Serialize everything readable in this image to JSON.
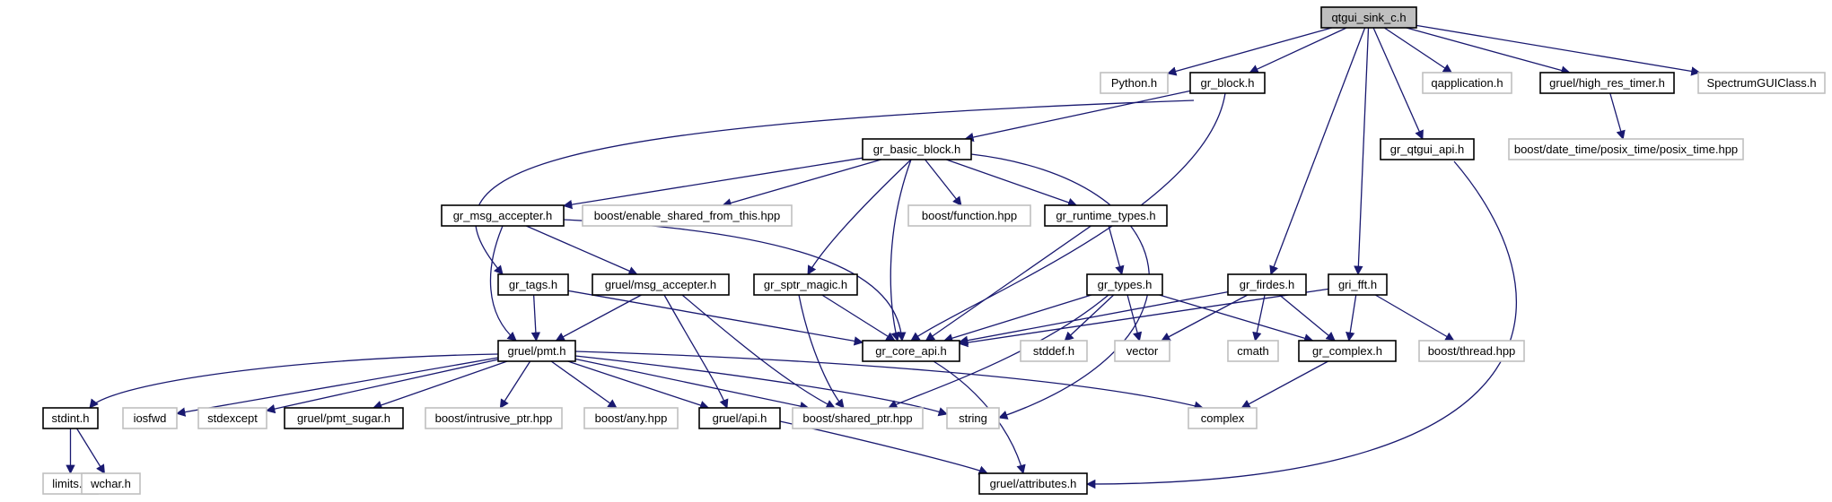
{
  "colors": {
    "edge": "#191970",
    "node_border": "#000000",
    "external_border": "#bfbfbf",
    "root_fill": "#bfbfbf",
    "node_fill": "#ffffff"
  },
  "nodes": [
    {
      "id": "qtgui_sink_c",
      "label": "qtgui_sink_c.h",
      "kind": "root"
    },
    {
      "id": "python",
      "label": "Python.h",
      "kind": "external"
    },
    {
      "id": "gr_block",
      "label": "gr_block.h",
      "kind": "internal"
    },
    {
      "id": "qapplication",
      "label": "qapplication.h",
      "kind": "external"
    },
    {
      "id": "high_res_timer",
      "label": "gruel/high_res_timer.h",
      "kind": "internal"
    },
    {
      "id": "spectrumgui",
      "label": "SpectrumGUIClass.h",
      "kind": "external"
    },
    {
      "id": "posix_time",
      "label": "boost/date_time/posix_time/posix_time.hpp",
      "kind": "external"
    },
    {
      "id": "gr_qtgui_api",
      "label": "gr_qtgui_api.h",
      "kind": "internal"
    },
    {
      "id": "gr_basic_block",
      "label": "gr_basic_block.h",
      "kind": "internal"
    },
    {
      "id": "gr_msg_accepter",
      "label": "gr_msg_accepter.h",
      "kind": "internal"
    },
    {
      "id": "enable_shared",
      "label": "boost/enable_shared_from_this.hpp",
      "kind": "external"
    },
    {
      "id": "function_hpp",
      "label": "boost/function.hpp",
      "kind": "external"
    },
    {
      "id": "gr_runtime_types",
      "label": "gr_runtime_types.h",
      "kind": "internal"
    },
    {
      "id": "gr_tags",
      "label": "gr_tags.h",
      "kind": "internal"
    },
    {
      "id": "gruel_msg_accepter",
      "label": "gruel/msg_accepter.h",
      "kind": "internal"
    },
    {
      "id": "gr_sptr_magic",
      "label": "gr_sptr_magic.h",
      "kind": "internal"
    },
    {
      "id": "gr_types",
      "label": "gr_types.h",
      "kind": "internal"
    },
    {
      "id": "gr_firdes",
      "label": "gr_firdes.h",
      "kind": "internal"
    },
    {
      "id": "gri_fft",
      "label": "gri_fft.h",
      "kind": "internal"
    },
    {
      "id": "gruel_pmt",
      "label": "gruel/pmt.h",
      "kind": "internal"
    },
    {
      "id": "gr_core_api",
      "label": "gr_core_api.h",
      "kind": "internal"
    },
    {
      "id": "stddef",
      "label": "stddef.h",
      "kind": "external"
    },
    {
      "id": "vector",
      "label": "vector",
      "kind": "external"
    },
    {
      "id": "cmath",
      "label": "cmath",
      "kind": "external"
    },
    {
      "id": "gr_complex",
      "label": "gr_complex.h",
      "kind": "internal"
    },
    {
      "id": "thread_hpp",
      "label": "boost/thread.hpp",
      "kind": "external"
    },
    {
      "id": "stdint",
      "label": "stdint.h",
      "kind": "internal"
    },
    {
      "id": "iosfwd",
      "label": "iosfwd",
      "kind": "external"
    },
    {
      "id": "stdexcept",
      "label": "stdexcept",
      "kind": "external"
    },
    {
      "id": "pmt_sugar",
      "label": "gruel/pmt_sugar.h",
      "kind": "internal"
    },
    {
      "id": "intrusive_ptr",
      "label": "boost/intrusive_ptr.hpp",
      "kind": "external"
    },
    {
      "id": "any_hpp",
      "label": "boost/any.hpp",
      "kind": "external"
    },
    {
      "id": "gruel_api",
      "label": "gruel/api.h",
      "kind": "internal"
    },
    {
      "id": "shared_ptr",
      "label": "boost/shared_ptr.hpp",
      "kind": "external"
    },
    {
      "id": "string",
      "label": "string",
      "kind": "external"
    },
    {
      "id": "complex",
      "label": "complex",
      "kind": "external"
    },
    {
      "id": "limits",
      "label": "limits.h",
      "kind": "external"
    },
    {
      "id": "wchar",
      "label": "wchar.h",
      "kind": "external"
    },
    {
      "id": "gruel_attributes",
      "label": "gruel/attributes.h",
      "kind": "internal"
    }
  ],
  "edges": [
    [
      "qtgui_sink_c",
      "python"
    ],
    [
      "qtgui_sink_c",
      "gr_block"
    ],
    [
      "qtgui_sink_c",
      "qapplication"
    ],
    [
      "qtgui_sink_c",
      "high_res_timer"
    ],
    [
      "qtgui_sink_c",
      "spectrumgui"
    ],
    [
      "qtgui_sink_c",
      "gr_qtgui_api"
    ],
    [
      "qtgui_sink_c",
      "gr_firdes"
    ],
    [
      "qtgui_sink_c",
      "gri_fft"
    ],
    [
      "high_res_timer",
      "posix_time"
    ],
    [
      "gr_block",
      "gr_basic_block"
    ],
    [
      "gr_block",
      "gr_tags"
    ],
    [
      "gr_block",
      "gr_core_api"
    ],
    [
      "gr_qtgui_api",
      "gruel_attributes"
    ],
    [
      "gr_basic_block",
      "gr_msg_accepter"
    ],
    [
      "gr_basic_block",
      "enable_shared"
    ],
    [
      "gr_basic_block",
      "function_hpp"
    ],
    [
      "gr_basic_block",
      "gr_runtime_types"
    ],
    [
      "gr_basic_block",
      "gr_sptr_magic"
    ],
    [
      "gr_basic_block",
      "gr_core_api"
    ],
    [
      "gr_basic_block",
      "string"
    ],
    [
      "gr_msg_accepter",
      "gruel_msg_accepter"
    ],
    [
      "gr_msg_accepter",
      "gruel_pmt"
    ],
    [
      "gr_msg_accepter",
      "gr_core_api"
    ],
    [
      "gr_runtime_types",
      "gr_types"
    ],
    [
      "gr_runtime_types",
      "gr_core_api"
    ],
    [
      "gr_tags",
      "gruel_pmt"
    ],
    [
      "gr_tags",
      "gr_core_api"
    ],
    [
      "gruel_msg_accepter",
      "gruel_pmt"
    ],
    [
      "gruel_msg_accepter",
      "gruel_api"
    ],
    [
      "gruel_msg_accepter",
      "shared_ptr"
    ],
    [
      "gr_sptr_magic",
      "gr_core_api"
    ],
    [
      "gr_sptr_magic",
      "shared_ptr"
    ],
    [
      "gr_types",
      "gr_core_api"
    ],
    [
      "gr_types",
      "stddef"
    ],
    [
      "gr_types",
      "vector"
    ],
    [
      "gr_types",
      "gr_complex"
    ],
    [
      "gr_types",
      "shared_ptr"
    ],
    [
      "gr_firdes",
      "gr_core_api"
    ],
    [
      "gr_firdes",
      "vector"
    ],
    [
      "gr_firdes",
      "cmath"
    ],
    [
      "gr_firdes",
      "gr_complex"
    ],
    [
      "gri_fft",
      "gr_core_api"
    ],
    [
      "gri_fft",
      "gr_complex"
    ],
    [
      "gri_fft",
      "thread_hpp"
    ],
    [
      "gr_complex",
      "complex"
    ],
    [
      "gr_core_api",
      "gruel_attributes"
    ],
    [
      "gruel_pmt",
      "stdint"
    ],
    [
      "gruel_pmt",
      "iosfwd"
    ],
    [
      "gruel_pmt",
      "stdexcept"
    ],
    [
      "gruel_pmt",
      "pmt_sugar"
    ],
    [
      "gruel_pmt",
      "intrusive_ptr"
    ],
    [
      "gruel_pmt",
      "any_hpp"
    ],
    [
      "gruel_pmt",
      "gruel_api"
    ],
    [
      "gruel_pmt",
      "shared_ptr"
    ],
    [
      "gruel_pmt",
      "string"
    ],
    [
      "gruel_pmt",
      "complex"
    ],
    [
      "stdint",
      "limits"
    ],
    [
      "stdint",
      "wchar"
    ],
    [
      "gruel_api",
      "gruel_attributes"
    ]
  ]
}
